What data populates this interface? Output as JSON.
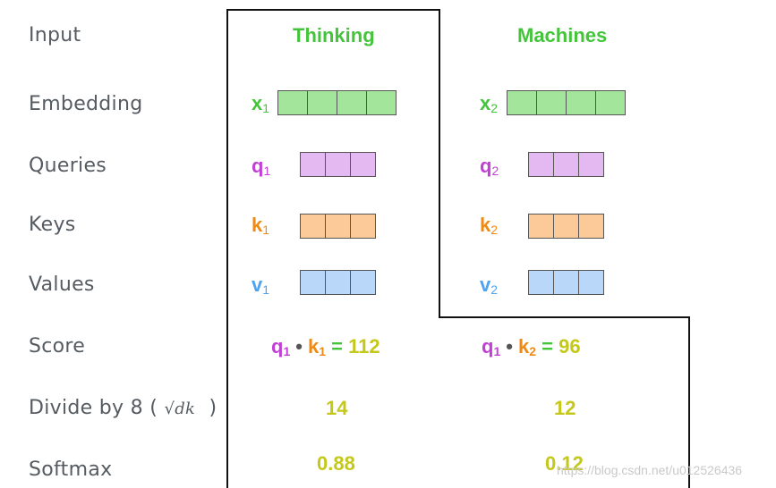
{
  "row_labels": {
    "input": "Input",
    "embedding": "Embedding",
    "queries": "Queries",
    "keys": "Keys",
    "values": "Values",
    "score": "Score",
    "divide": "Divide by 8 (",
    "divide_sqrt": "√dk",
    "divide_close": ")",
    "softmax": "Softmax"
  },
  "words": [
    "Thinking",
    "Machines"
  ],
  "tokens": [
    {
      "x": "x",
      "x_sub": "1",
      "q": "q",
      "q_sub": "1",
      "k": "k",
      "k_sub": "1",
      "v": "v",
      "v_sub": "1",
      "score_q": "q",
      "score_q_sub": "1",
      "score_dot": "•",
      "score_k": "k",
      "score_k_sub": "1",
      "score_eq": "=",
      "score_val": "112",
      "divided": "14",
      "softmax": "0.88"
    },
    {
      "x": "x",
      "x_sub": "2",
      "q": "q",
      "q_sub": "2",
      "k": "k",
      "k_sub": "2",
      "v": "v",
      "v_sub": "2",
      "score_q": "q",
      "score_q_sub": "1",
      "score_dot": "•",
      "score_k": "k",
      "score_k_sub": "2",
      "score_eq": "=",
      "score_val": "96",
      "divided": "12",
      "softmax": "0.12"
    }
  ],
  "colors": {
    "word": "#44c43a",
    "embedding": "#a3e59b",
    "query": "#e4b8f0",
    "key": "#fcc998",
    "value": "#b9d7f9",
    "result": "#c4c81a"
  },
  "watermark": "https://blog.csdn.net/u012526436"
}
